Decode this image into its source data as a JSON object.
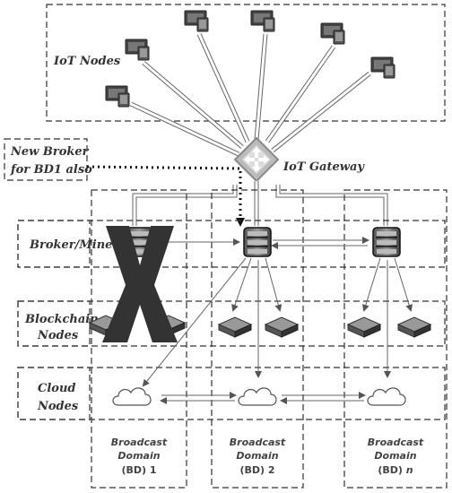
{
  "labels": {
    "iot_nodes": "IoT Nodes",
    "iot_gateway": "IoT Gateway",
    "new_broker_line1": "New Broker",
    "new_broker_line2": "for BD1 also",
    "broker_miner": "Broker/Miner",
    "blockchain_line1": "Blockchain",
    "blockchain_line2": "Nodes",
    "cloud_line1": "Cloud",
    "cloud_line2": "Nodes"
  },
  "domains": [
    {
      "line1": "Broadcast",
      "line2": "Domain",
      "line3": "(BD) 1"
    },
    {
      "line1": "Broadcast",
      "line2": "Domain",
      "line3": "(BD) 2"
    },
    {
      "line1": "Broadcast",
      "line2": "Domain",
      "line3_pre": "(BD) ",
      "line3_em": "n"
    }
  ]
}
